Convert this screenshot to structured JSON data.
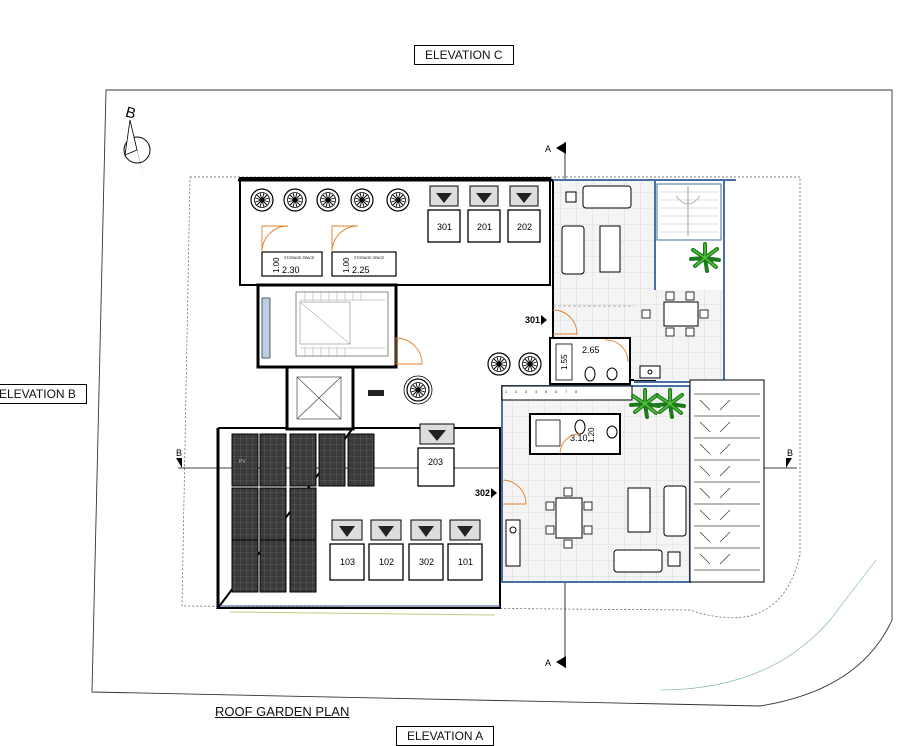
{
  "title": "ROOF GARDEN PLAN",
  "elevations": {
    "a": "ELEVATION A",
    "b": "ELEVATION B",
    "c": "ELEVATION C"
  },
  "north": "B",
  "section_marks": {
    "a": "A",
    "b": "B"
  },
  "storage": [
    {
      "label": "STORAGE SPACE",
      "dim_v": "1.00",
      "dim_h": "2.30"
    },
    {
      "label": "STORAGE SPACE",
      "dim_v": "1.00",
      "dim_h": "2.25"
    }
  ],
  "tanks_top": [
    "301",
    "201",
    "202"
  ],
  "tank_mid": "203",
  "tanks_bottom": [
    "103",
    "102",
    "302",
    "101"
  ],
  "units": {
    "upper": "301",
    "lower": "302"
  },
  "dims": {
    "wc_upper": "2.65",
    "wc_upper_v": "1.55",
    "wc_lower": "3.10",
    "wc_lower_v": "1.20"
  },
  "pv_label": "PV"
}
